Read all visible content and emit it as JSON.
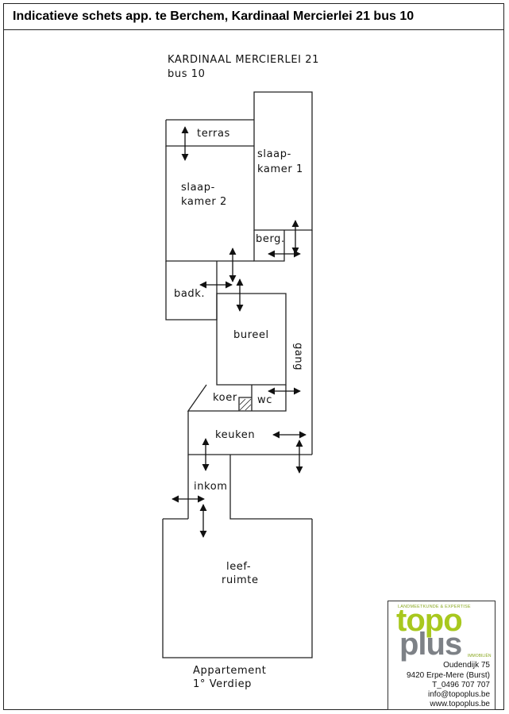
{
  "header": {
    "title": "Indicatieve schets app. te Berchem, Kardinaal Mercierlei 21 bus 10"
  },
  "plan": {
    "address_line1": "KARDINAAL MERCIERLEI 21",
    "address_line2": "bus 10",
    "rooms": {
      "terras": "terras",
      "slaapkamer1_line1": "slaap-",
      "slaapkamer1_line2": "kamer 1",
      "slaapkamer2_line1": "slaap-",
      "slaapkamer2_line2": "kamer 2",
      "berg": "berg.",
      "badk": "badk.",
      "bureel": "bureel",
      "gang": "gang",
      "koer": "koer",
      "wc": "wc",
      "keuken": "keuken",
      "inkom": "inkom",
      "leefruimte_line1": "leef-",
      "leefruimte_line2": "ruimte"
    },
    "caption_line1": "Appartement",
    "caption_line2": "1° Verdiep"
  },
  "logo": {
    "tagline": "LANDMEETKUNDE & EXPERTISE",
    "word1": "topo",
    "word2": "plus",
    "sub": "IMMOBILIËN",
    "colors": {
      "topo": "#a8c81e",
      "plus": "#7d8186"
    }
  },
  "contact": {
    "street": "Oudendijk 75",
    "city": "9420 Erpe-Mere (Burst)",
    "phone": "T_0496 707 707",
    "email": "info@topoplus.be",
    "website": "www.topoplus.be"
  }
}
